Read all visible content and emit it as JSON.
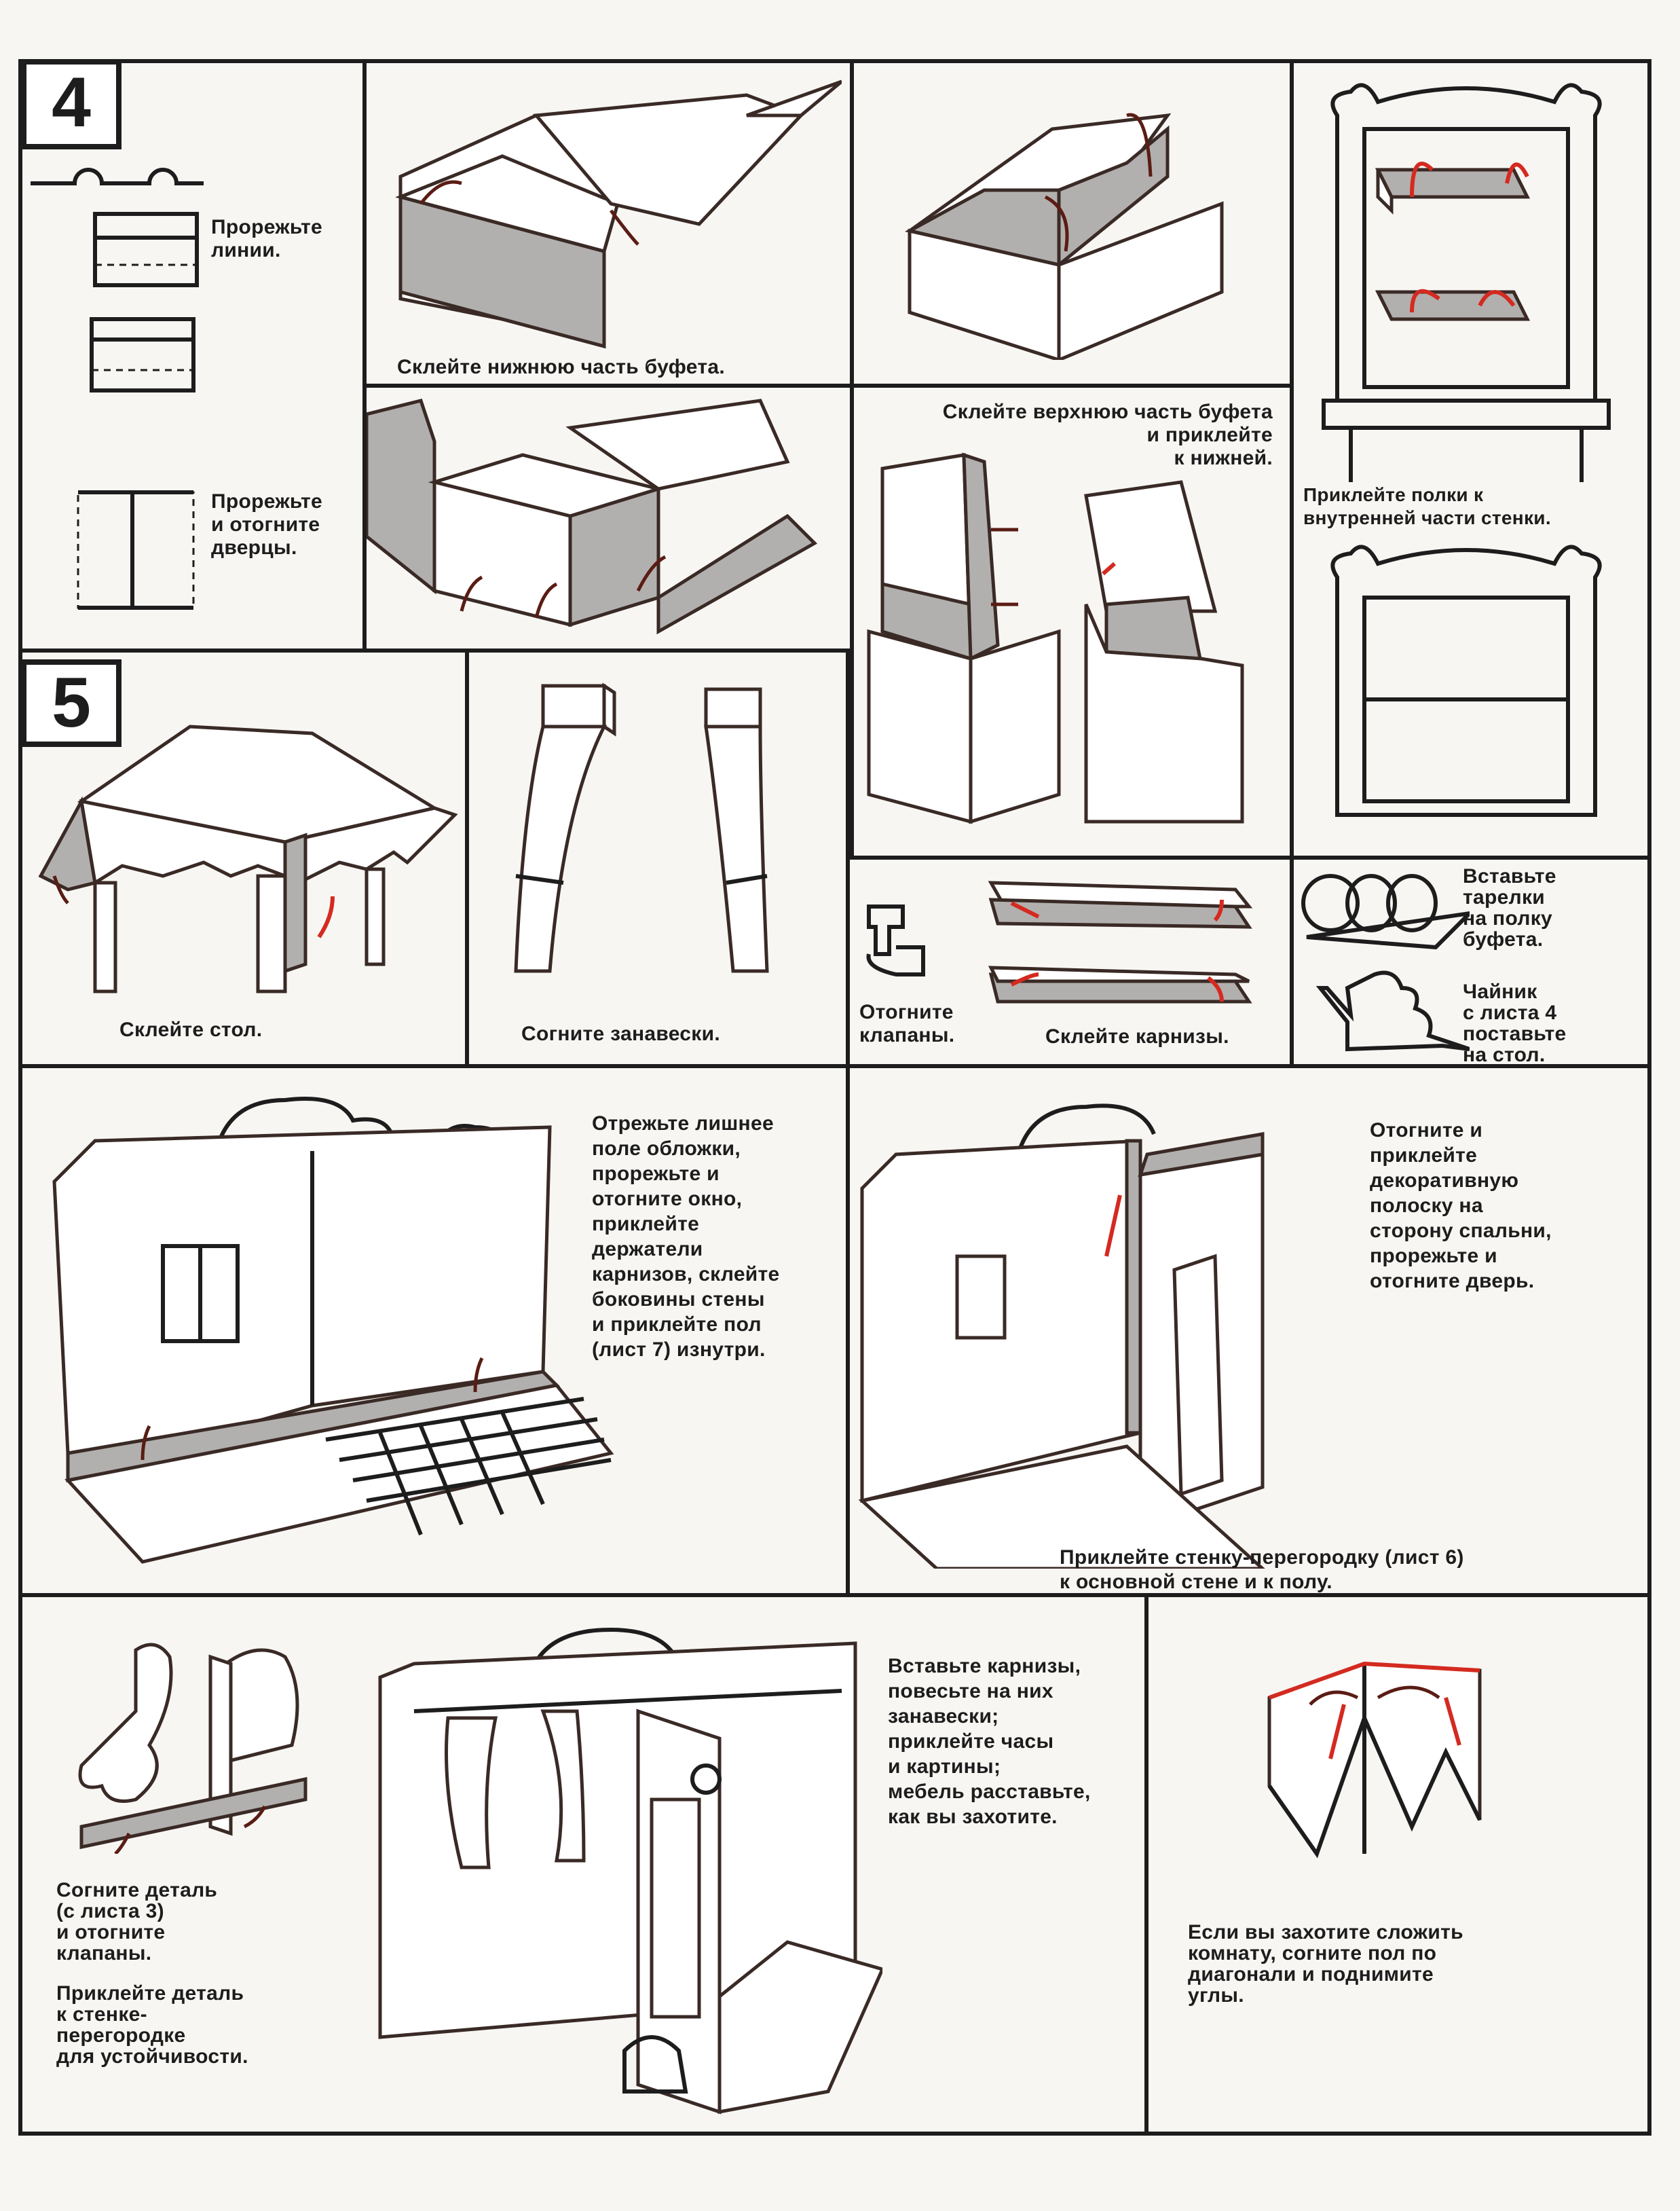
{
  "section4": {
    "step_number": "4",
    "cut_lines": "Прорежьте\nлинии.",
    "cut_doors": "Прорежьте\nи отогните\nдверцы.",
    "glue_lower": "Склейте нижнюю часть буфета.",
    "glue_upper": "Склейте верхнюю часть буфета\nи приклейте\nк нижней.",
    "glue_shelves": "Приклейте полки к\nвнутренней части стенки."
  },
  "section5": {
    "step_number": "5",
    "glue_table": "Склейте стол.",
    "fold_curtains": "Согните занавески.",
    "fold_flaps": "Отогните\nклапаны.",
    "glue_rods": "Склейте карнизы.",
    "insert_plates": "Вставьте\nтарелки\nна полку\nбуфета.",
    "teapot": "Чайник\nс листа 4\nпоставьте\nна стол."
  },
  "wall": {
    "main_wall": "Отрежьте лишнее\nполе обложки,\nпрорежьте и\nотогните окно,\nприклейте\nдержатели\nкарнизов, склейте\nбоковины стены\nи приклейте пол\n(лист 7) изнутри.",
    "strip": "Отогните и\nприклейте\nдекоративную\nполоску на\nсторону спальни,\nпрорежьте и\nотогните дверь.",
    "partition": "Приклейте стенку-перегородку (лист 6)\nк основной стене и к полу."
  },
  "final": {
    "fold_part": "Согните деталь\n(с листа 3)\nи отогните\nклапаны.",
    "glue_part": "Приклейте деталь\nк стенке-\nперегородке\nдля устойчивости.",
    "hang": "Вставьте карнизы,\nповесьте на них\nзанавески;\nприклейте часы\nи картины;\nмебель расставьте,\nкак вы захотите.",
    "fold_room": "Если вы захотите сложить\nкомнату, согните пол по\nдиагонали и поднимите\nуглы."
  }
}
